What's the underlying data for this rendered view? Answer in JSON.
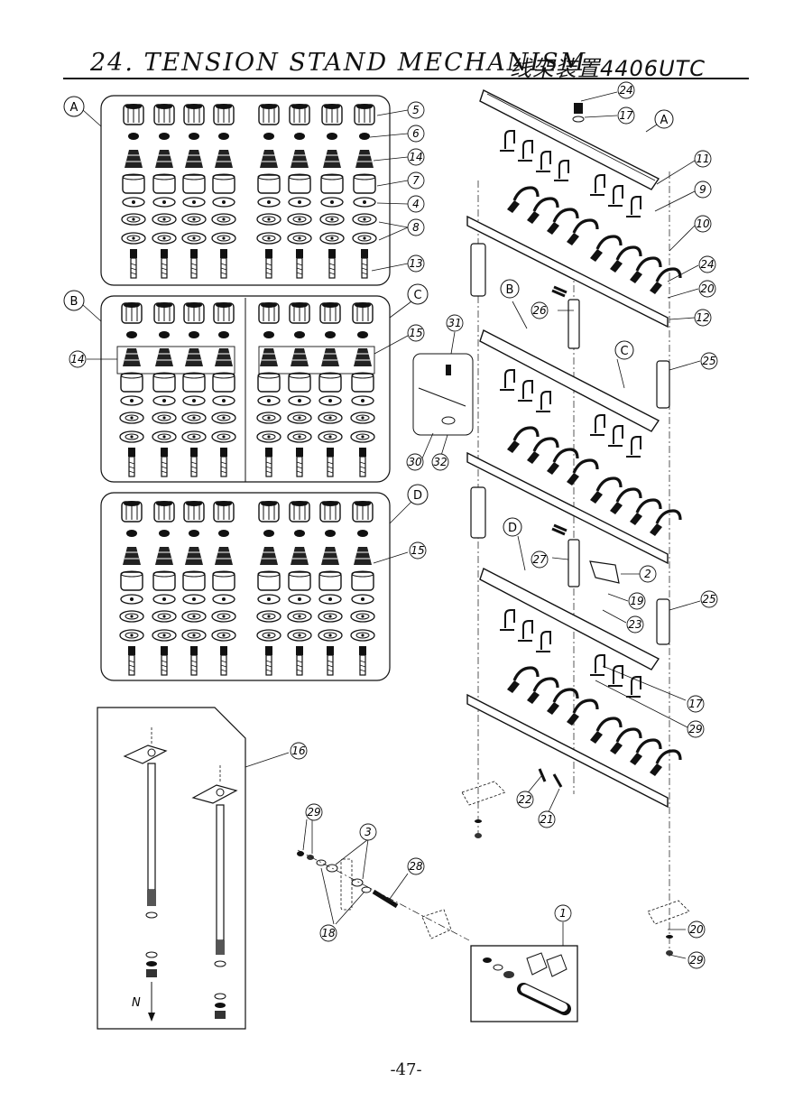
{
  "title_en": "24. TENSION STAND MECHANISM",
  "title_cn": "线架装置4406UTC",
  "page_number": "-47-",
  "group_a": {
    "letter": "A",
    "callouts": [
      "5",
      "6",
      "14",
      "7",
      "4",
      "8",
      "13"
    ]
  },
  "group_b": {
    "letter": "B",
    "callouts": [
      "14"
    ]
  },
  "group_c": {
    "letter": "C",
    "callouts": [
      "15"
    ]
  },
  "group_d": {
    "letter": "D",
    "callouts": [
      "15"
    ]
  },
  "rod_group": {
    "callouts": [
      "16"
    ],
    "north_label": "N"
  },
  "stand": {
    "callouts_top": [
      "24",
      "17",
      "A",
      "11",
      "9",
      "10",
      "24",
      "20",
      "12",
      "B",
      "26",
      "C",
      "25",
      "31",
      "30",
      "32"
    ],
    "callouts_mid": [
      "D",
      "27",
      "2",
      "19",
      "23",
      "25",
      "17",
      "29"
    ],
    "callouts_bottom": [
      "22",
      "21"
    ]
  },
  "bottom_parts": {
    "callouts": [
      "29",
      "3",
      "28",
      "18",
      "1",
      "20",
      "29"
    ]
  }
}
